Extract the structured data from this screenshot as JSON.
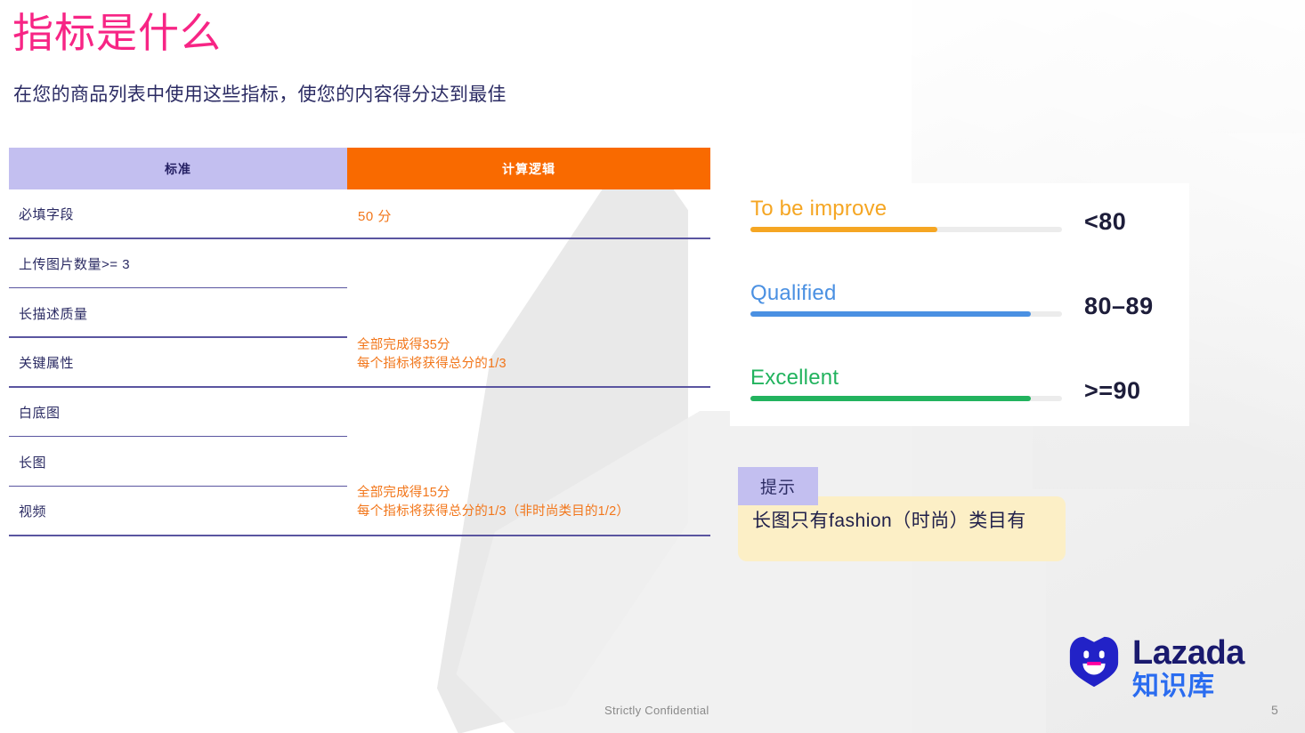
{
  "slide": {
    "title": "指标是什么",
    "subtitle": "在您的商品列表中使用这些指标，使您的内容得分达到最佳",
    "title_color": "#f72585",
    "page_number": "5",
    "confidential_note": "Strictly Confidential"
  },
  "table": {
    "headers": {
      "criteria": "标准",
      "logic": "计算逻辑"
    },
    "header_colors": {
      "criteria_bg": "#c3bff0",
      "criteria_text": "#241f63",
      "logic_bg": "#f96a00",
      "logic_text": "#ffffff"
    },
    "rows": [
      {
        "criteria": "必填字段",
        "divider": "full"
      },
      {
        "criteria": "上传图片数量>= 3",
        "divider": "half"
      },
      {
        "criteria": "长描述质量",
        "divider": "half"
      },
      {
        "criteria": "关键属性",
        "divider": "full"
      },
      {
        "criteria": "白底图",
        "divider": "half"
      },
      {
        "criteria": "长图",
        "divider": "half"
      },
      {
        "criteria": "视频",
        "divider": "full"
      }
    ],
    "logic_notes": [
      {
        "text": "50 分",
        "rows": "1"
      },
      {
        "line1": "全部完成得35分",
        "line2": "每个指标将获得总分的1/3",
        "rows": "2-4"
      },
      {
        "line1": "全部完成得15分",
        "line2": "每个指标将获得总分的1/3（非时尚类目的1/2）",
        "rows": "5-7"
      }
    ],
    "logic_text_color": "#f2761a"
  },
  "score_legend": {
    "items": [
      {
        "label": "To be improve",
        "range": "<80",
        "color": "#f5a623",
        "fill_percent": 60
      },
      {
        "label": "Qualified",
        "range": "80–89",
        "color": "#4a90e2",
        "fill_percent": 90
      },
      {
        "label": "Excellent",
        "range": ">=90",
        "color": "#22b35e",
        "fill_percent": 90
      }
    ],
    "track_color": "#ececec"
  },
  "tip": {
    "badge": "提示",
    "text": "长图只有fashion（时尚）类目有",
    "badge_bg": "#c3bff0",
    "body_bg": "#fcefc6"
  },
  "logo": {
    "word": "Lazada",
    "sub": "知识库",
    "mark_color": "#2222c7",
    "word_color": "#1a1a6e",
    "sub_color": "#2a6cf0"
  }
}
